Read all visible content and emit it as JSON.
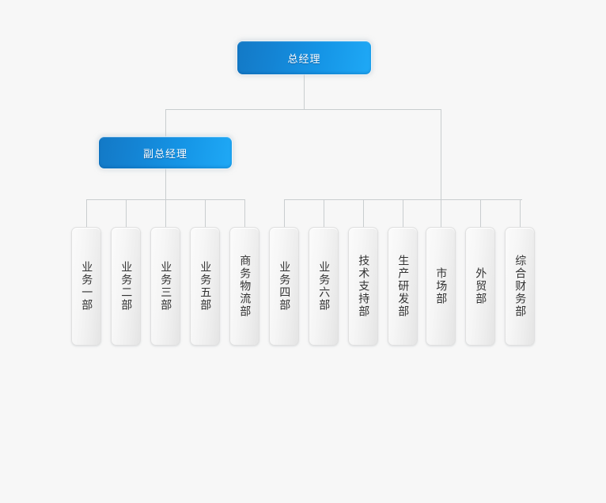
{
  "chart": {
    "title_node": {
      "label": "总经理"
    },
    "deputy_node": {
      "label": "副总经理"
    },
    "colors": {
      "background": "#f7f7f7",
      "node_blue_start": "#1379c6",
      "node_blue_end": "#1fa9f6",
      "node_gray_start": "#fbfbfb",
      "node_gray_end": "#e4e4e4",
      "connector_line": "#c9cdcf",
      "blue_node_text": "#ffffff",
      "dept_node_text": "#333333"
    },
    "left_group": [
      {
        "label": "业务一部"
      },
      {
        "label": "业务二部"
      },
      {
        "label": "业务三部"
      },
      {
        "label": "业务五部"
      },
      {
        "label": "商务物流部"
      }
    ],
    "right_group": [
      {
        "label": "业务四部"
      },
      {
        "label": "业务六部"
      },
      {
        "label": "技术支持部"
      },
      {
        "label": "生产研发部"
      },
      {
        "label": "市场部"
      },
      {
        "label": "外贸部"
      },
      {
        "label": "综合财务部"
      }
    ]
  }
}
